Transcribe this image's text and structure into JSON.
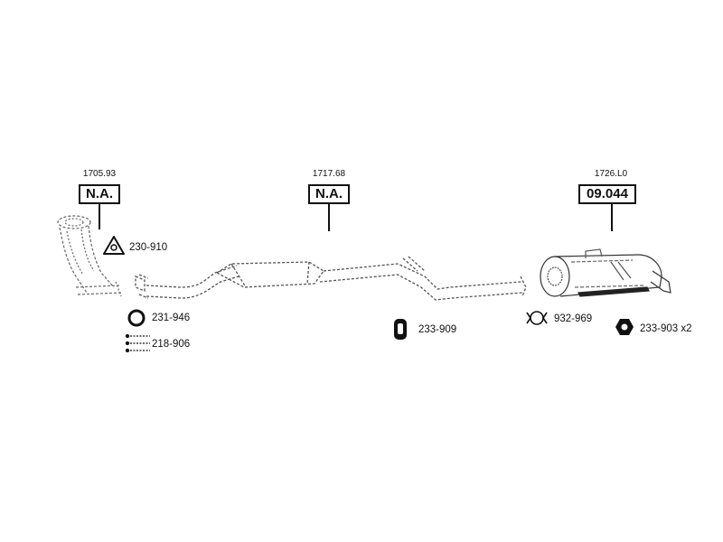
{
  "sections": [
    {
      "id": "front",
      "ref": "1705.93",
      "code": "N.A."
    },
    {
      "id": "middle",
      "ref": "1717.68",
      "code": "N.A."
    },
    {
      "id": "rear",
      "ref": "1726.L0",
      "code": "09.044"
    }
  ],
  "parts": [
    {
      "id": "gasket-triangle",
      "number": "230-910",
      "icon": "triangle-gasket-icon"
    },
    {
      "id": "sealing-ring",
      "number": "231-946",
      "icon": "seal-ring-icon"
    },
    {
      "id": "bolt-kit",
      "number": "218-906",
      "icon": "bolt-kit-icon"
    },
    {
      "id": "rubber-hanger",
      "number": "233-909",
      "icon": "rubber-mount-icon"
    },
    {
      "id": "pipe-clamp",
      "number": "932-969",
      "icon": "pipe-clamp-icon"
    },
    {
      "id": "hex-nut",
      "number": "233-903 x2",
      "icon": "hex-nut-icon"
    }
  ],
  "colors": {
    "ink": "#111111",
    "pipe": "#555555",
    "background": "#ffffff"
  }
}
